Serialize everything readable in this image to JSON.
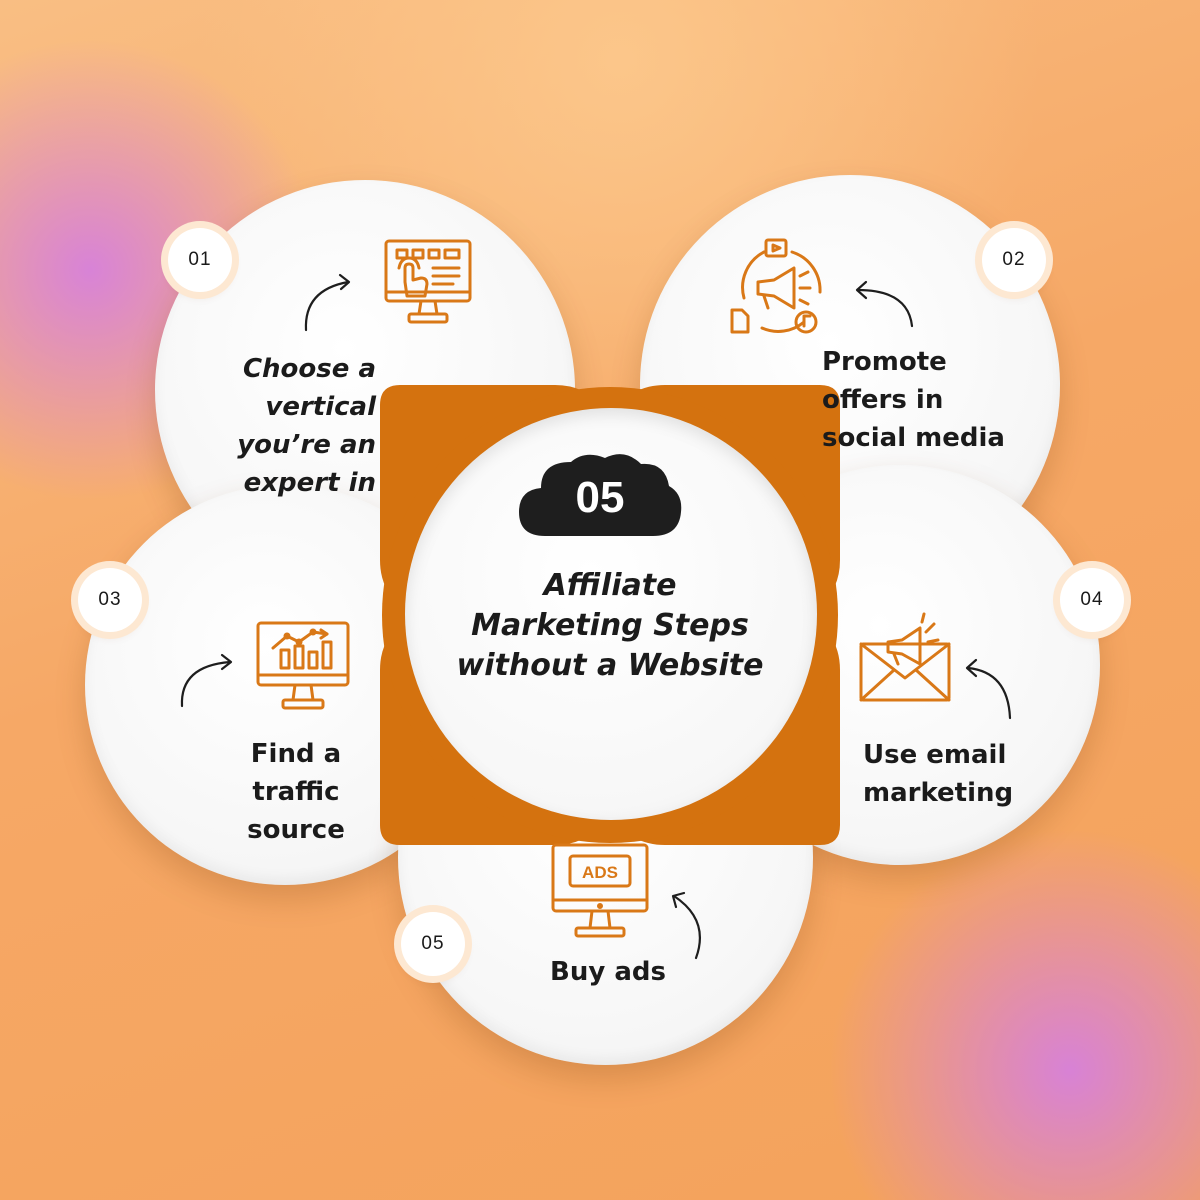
{
  "hub": {
    "number": "05",
    "title_lines": [
      "Affiliate",
      "Marketing Steps",
      "without a Website"
    ]
  },
  "steps": [
    {
      "number": "01",
      "lines": [
        "Choose a",
        "vertical",
        "you’re an",
        "expert in"
      ],
      "icon": "monitor-click-icon"
    },
    {
      "number": "02",
      "lines": [
        "Promote",
        "offers in",
        "social media"
      ],
      "icon": "megaphone-social-icon"
    },
    {
      "number": "03",
      "lines": [
        "Find a",
        "traffic",
        "source"
      ],
      "icon": "monitor-chart-icon"
    },
    {
      "number": "04",
      "lines": [
        "Use email",
        "marketing"
      ],
      "icon": "email-megaphone-icon"
    },
    {
      "number": "05",
      "lines": [
        "Buy ads"
      ],
      "icon": "monitor-ads-icon",
      "icon_text": "ADS"
    }
  ],
  "colors": {
    "accent": "#d97817",
    "ring": "#d4720f",
    "cloud": "#1e1e1e"
  }
}
